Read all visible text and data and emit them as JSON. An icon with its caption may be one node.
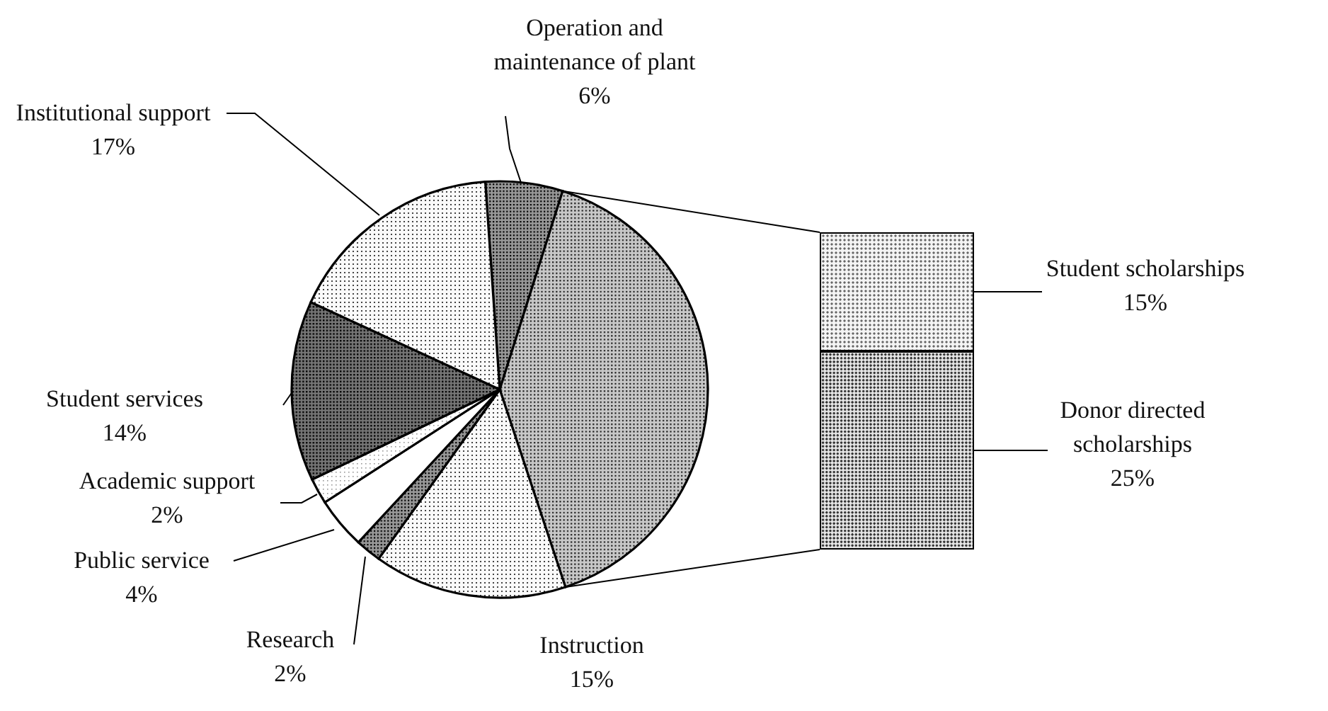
{
  "diagram": {
    "nodes": [
      {
        "text": [],
        "shape": "bar"
      },
      {
        "text": [],
        "shape": "bar"
      },
      {
        "text": [
          "Student scholarships",
          "15%"
        ]
      },
      {
        "text": [
          "Donor directed scholarships",
          "25%"
        ]
      },
      {
        "text": [],
        "shape": "wedge"
      }
    ],
    "edges": [
      {
        "from": 2,
        "to": 0,
        "arrow": "none"
      },
      {
        "from": 3,
        "to": 1,
        "arrow": "none"
      },
      {
        "from": 4,
        "to": 0,
        "arrow": "none"
      },
      {
        "from": 4,
        "to": 1,
        "arrow": "none"
      }
    ],
    "chart_data": {
      "type": "pie",
      "categories": [
        "Operation and maintenance of plant",
        null,
        "Instruction",
        "Research",
        "Public service",
        "Academic support",
        "Student services",
        "Institutional support"
      ],
      "values": [
        6,
        40,
        15,
        2,
        4,
        2,
        14,
        17
      ],
      "value_labels": [
        "6%",
        null,
        "15%",
        "2%",
        "4%",
        "2%",
        "14%",
        "17%"
      ]
    }
  }
}
